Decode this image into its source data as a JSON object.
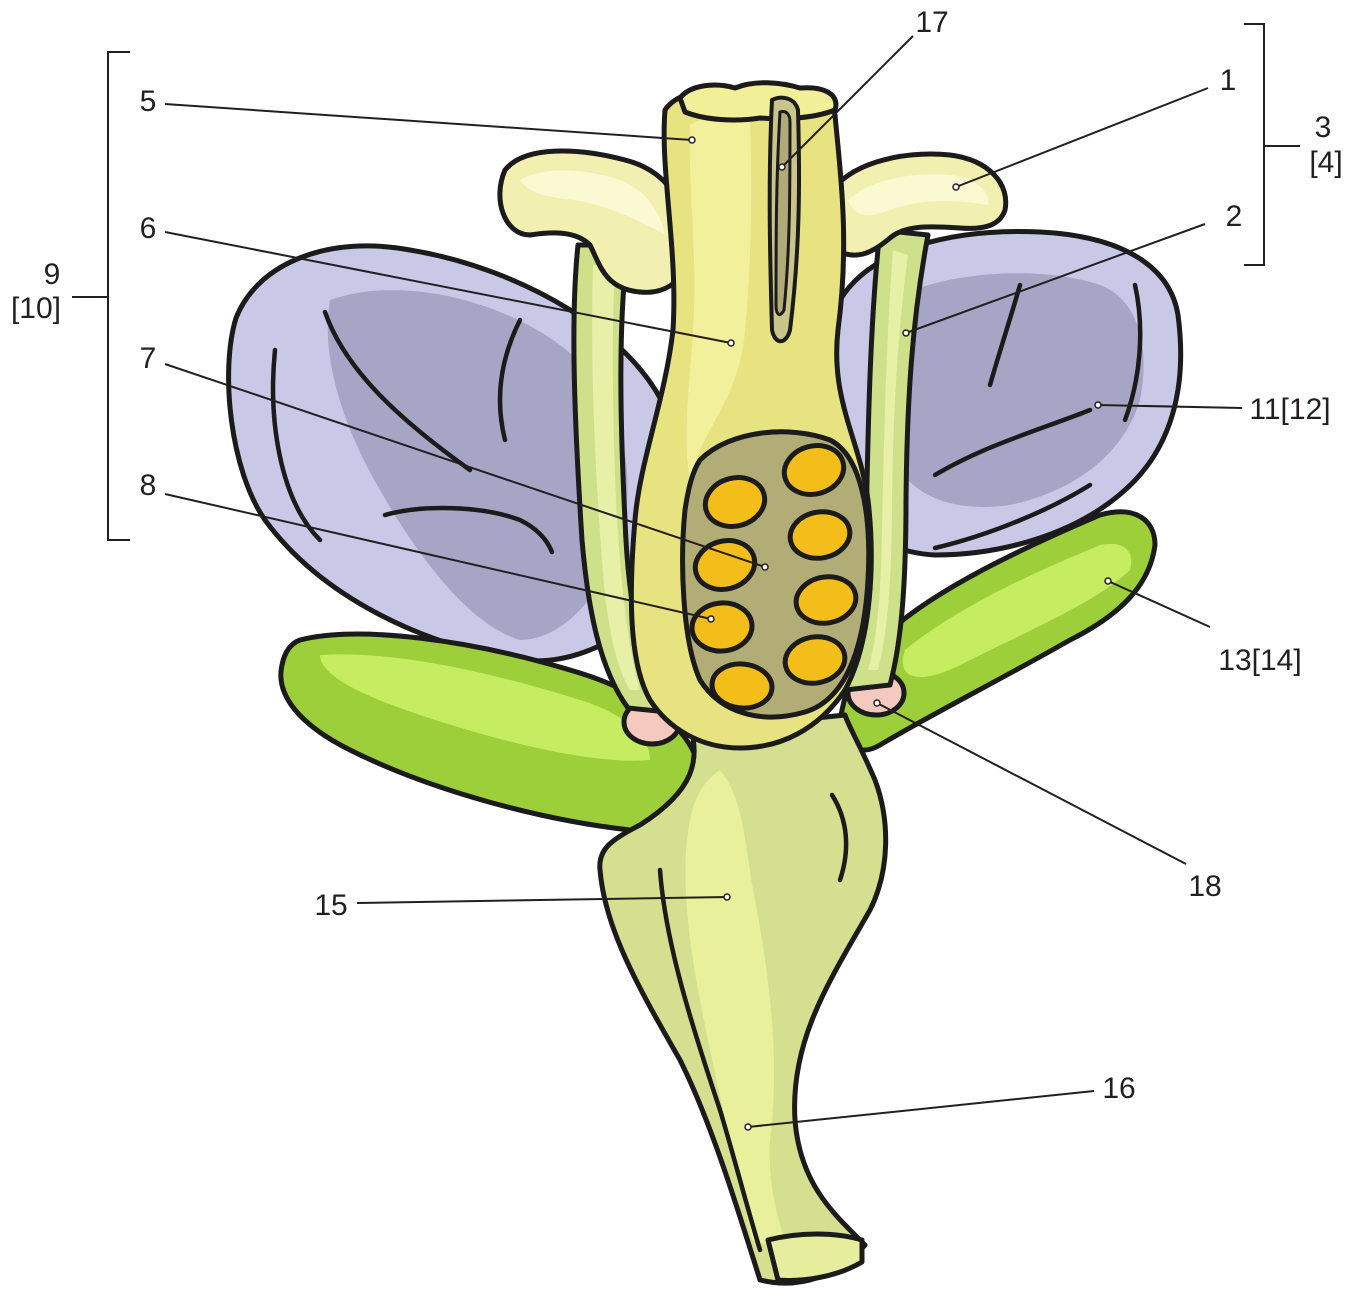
{
  "labels": {
    "l1": "1",
    "l2": "2",
    "l3": "3",
    "l3b": "[4]",
    "l5": "5",
    "l6": "6",
    "l7": "7",
    "l8": "8",
    "l9": "9",
    "l9b": "[10]",
    "l11": "11[12]",
    "l13": "13[14]",
    "l15": "15",
    "l16": "16",
    "l17": "17",
    "l18": "18"
  },
  "colors": {
    "petal": "#c9c8e6",
    "petal_shade": "#a7a5c6",
    "sepal": "#9ccf3a",
    "sepal_light": "#c6ec62",
    "filament": "#cfe08a",
    "anther": "#f2f0b0",
    "pistil": "#e7e381",
    "ovary_cavity": "#b2ad77",
    "ovule": "#f3bd1a",
    "receptacle": "#d4df8f",
    "nectary": "#f3c9c0"
  }
}
